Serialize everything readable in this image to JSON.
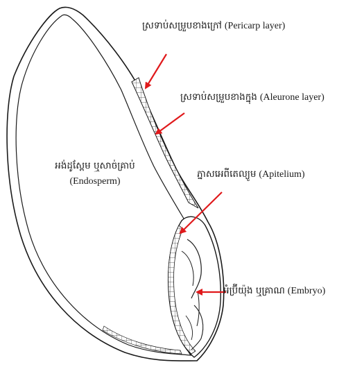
{
  "labels": {
    "pericarp": {
      "kh": "ស្រទាប់សម្រួបខាងក្រៅ",
      "en": "(Pericarp layer)"
    },
    "aleurone": {
      "kh": "ស្រទាប់សម្រួបខាងក្នុង",
      "en": "(Aleurone layer)"
    },
    "endosperm": {
      "kh": "អង់ដូស្ពែម ឬសាច់គ្រាប់",
      "en": "(Endosperm)"
    },
    "epithelium": {
      "kh": "ភ្នាសអេពីតេល្យូម",
      "en": "(Apitelium)"
    },
    "embryo": {
      "kh": "អំប្រ៊ីយ៉ុង ឬគ្រាណ",
      "en": "(Embryo)"
    }
  },
  "colors": {
    "outline": "#1a1a1a",
    "arrow": "#e0191b",
    "background": "#ffffff"
  }
}
